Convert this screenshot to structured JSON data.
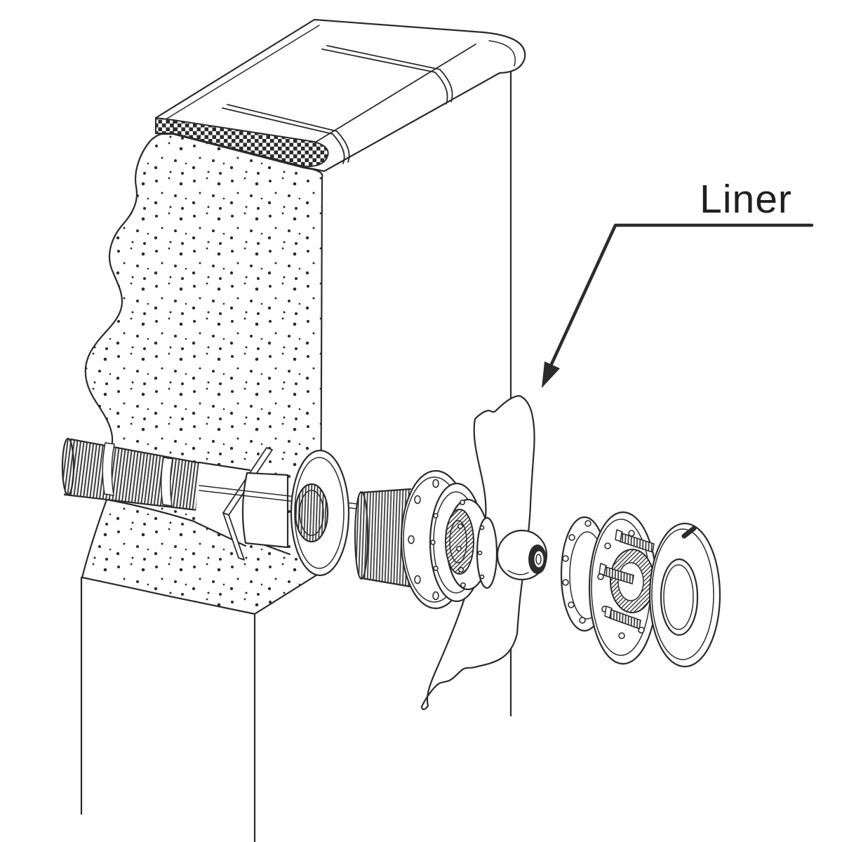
{
  "annotation": {
    "label": "Liner"
  },
  "colors": {
    "background": "#ffffff",
    "line": "#2b2b2b",
    "text": "#1f1f1f"
  },
  "parts": [
    "coping-top-rail",
    "coping-cross-section",
    "concrete-wall",
    "wall-base",
    "through-wall-threaded-fitting",
    "wall-plate",
    "locknut",
    "flange-bell",
    "flange-assembly",
    "vinyl-liner-sheet",
    "eyeball-nozzle",
    "rear-gasket",
    "screw-flange",
    "trim-ring-cover"
  ]
}
